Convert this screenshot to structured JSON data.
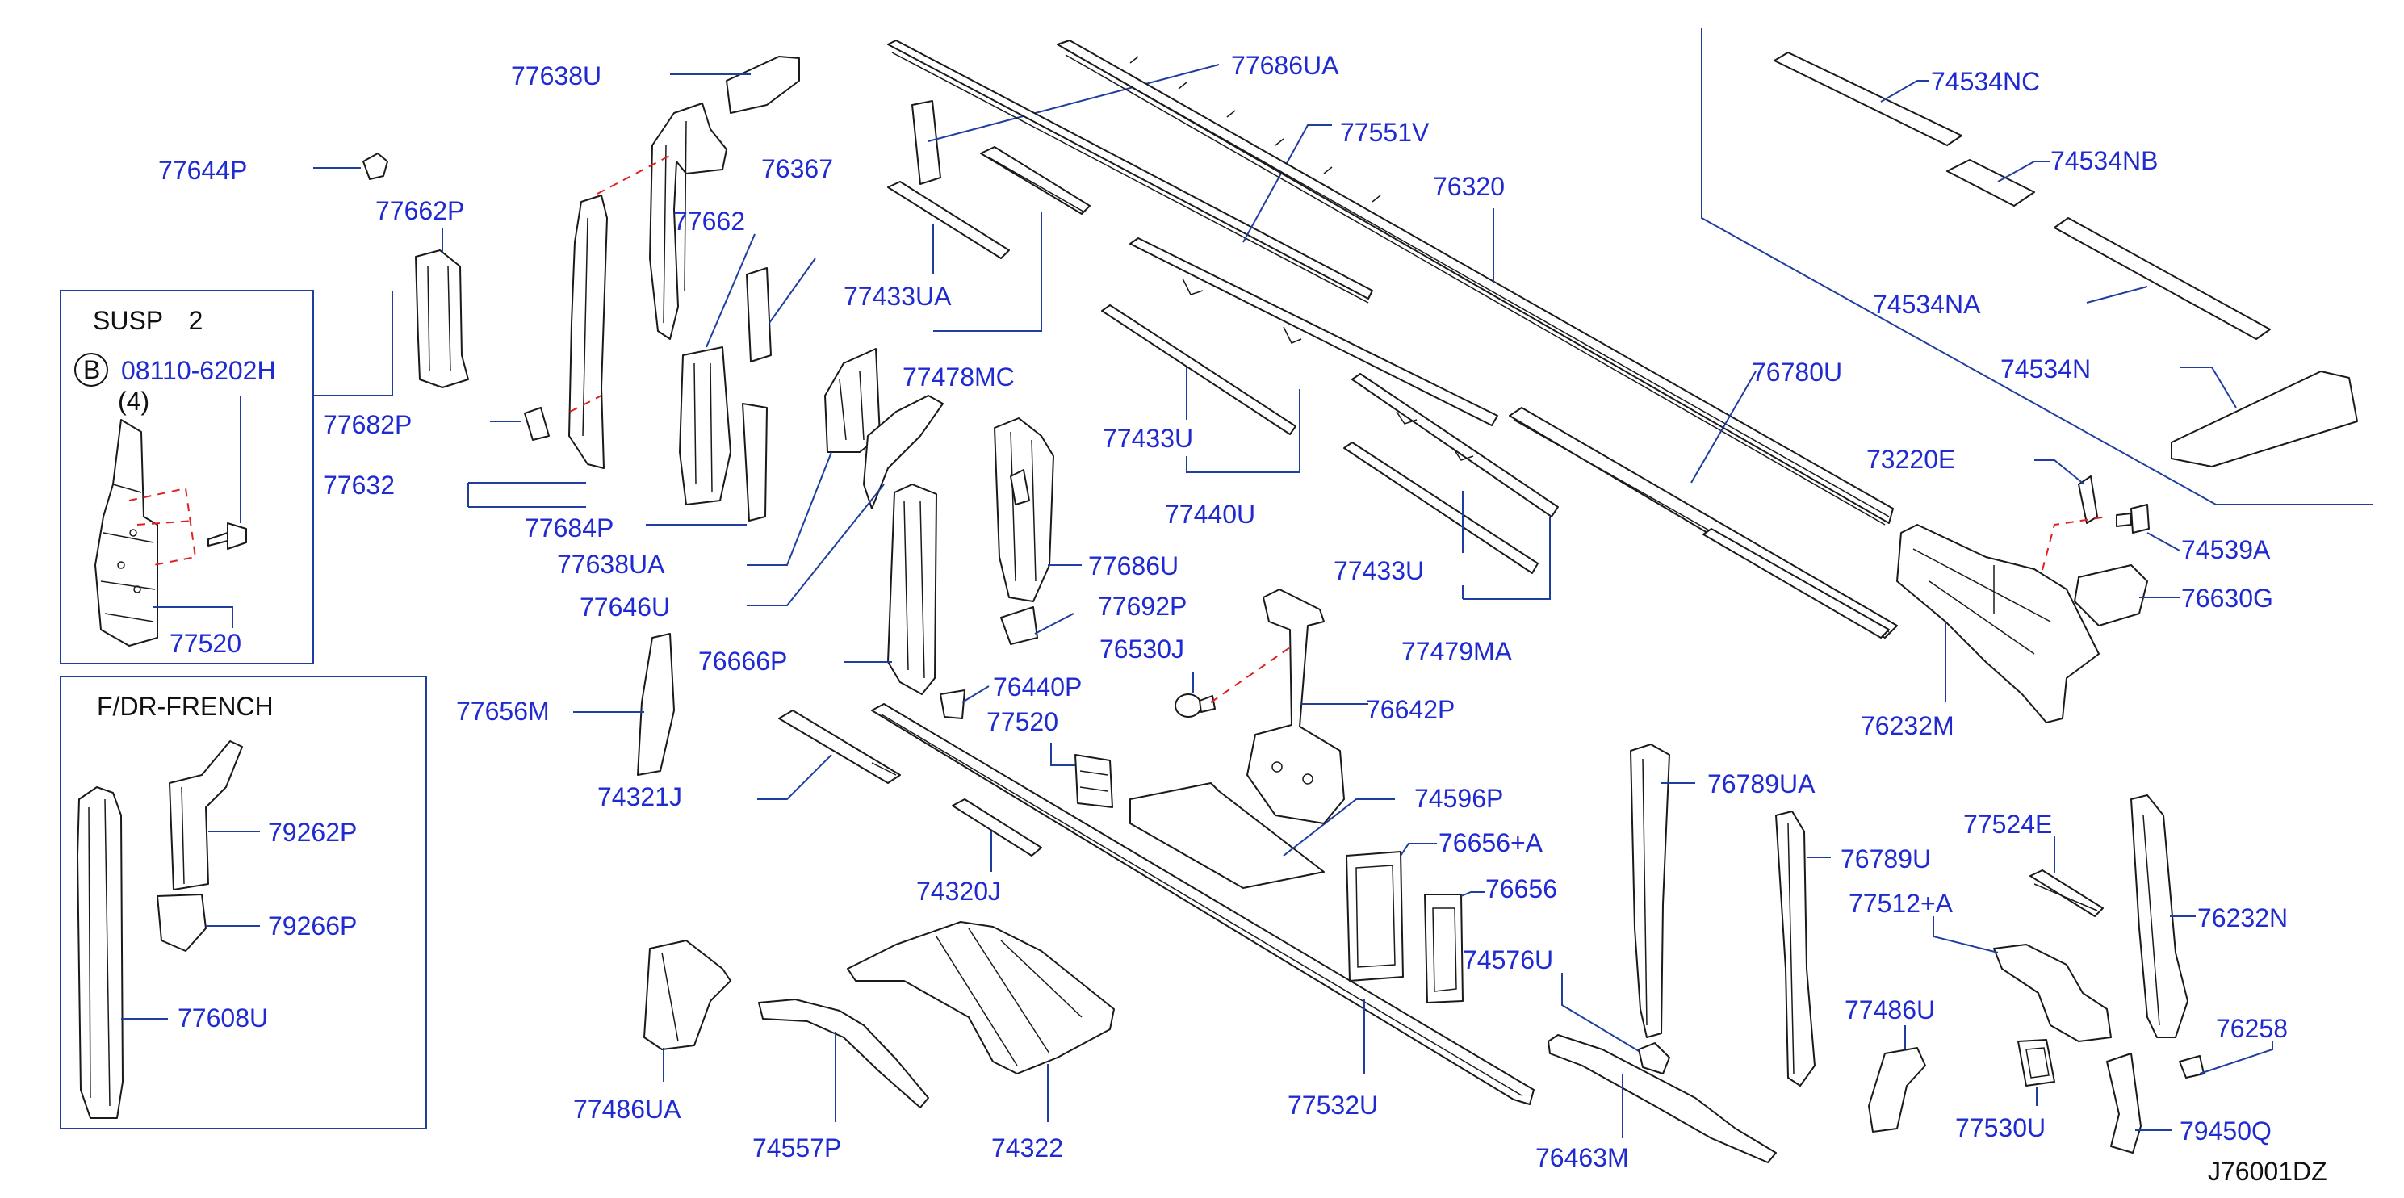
{
  "colors": {
    "label": "#1f2bd1",
    "leader": "#1f3fa0",
    "part_line": "#1a1a1a",
    "dash": "#e02020",
    "box": "#1f3fa0"
  },
  "labels": {
    "p77638U": "77638U",
    "p77644P": "77644P",
    "p77662P": "77662P",
    "p77682P": "77682P",
    "p77632": "77632",
    "p77684P": "77684P",
    "p77662": "77662",
    "p77638UA": "77638UA",
    "p76367": "76367",
    "p77646U": "77646U",
    "p77686UA": "77686UA",
    "p77433UA_a": "77433UA",
    "p77478MC": "77478MC",
    "p77551V": "77551V",
    "p76320": "76320",
    "p77433U_a": "77433U",
    "p77440U": "77440U",
    "p77433U_b": "77433U",
    "p77479MA": "77479MA",
    "p77686U": "77686U",
    "p77692P": "77692P",
    "p76530J": "76530J",
    "p76642P": "76642P",
    "p76666P": "76666P",
    "p76440P": "76440P",
    "p77520_b": "77520",
    "p77656M": "77656M",
    "p74321J": "74321J",
    "p74320J": "74320J",
    "p74596P": "74596P",
    "p76656A": "76656+A",
    "p76656": "76656",
    "p74576U": "74576U",
    "p77532U": "77532U",
    "p77486UA": "77486UA",
    "p74557P": "74557P",
    "p74322": "74322",
    "p76463M": "76463M",
    "p76780U": "76780U",
    "p74534NC": "74534NC",
    "p74534NB": "74534NB",
    "p74534NA": "74534NA",
    "p74534N": "74534N",
    "p73220E": "73220E",
    "p74539A": "74539A",
    "p76630G": "76630G",
    "p76232M": "76232M",
    "p76789UA": "76789UA",
    "p76789U": "76789U",
    "p77524E": "77524E",
    "p77512A": "77512+A",
    "p76232N": "76232N",
    "p77486U": "77486U",
    "p76258": "76258",
    "p77530U": "77530U",
    "p79450Q": "79450Q",
    "p08110": "08110-6202H",
    "p77520_a": "77520",
    "p79262P": "79262P",
    "p79266P": "79266P",
    "p77608U": "77608U"
  },
  "inset_susp": {
    "title": "SUSP　2",
    "circle_letter": "B",
    "quantity": "(4)"
  },
  "inset_french": {
    "title": "F/DR-FRENCH"
  },
  "diagram_code": "J76001DZ"
}
